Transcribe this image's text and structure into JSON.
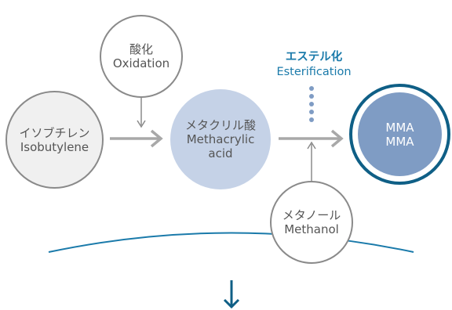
{
  "nodes": {
    "oxidation": {
      "jp": "酸化",
      "en": "Oxidation"
    },
    "isobutylene": {
      "jp": "イソブチレン",
      "en": "Isobutylene"
    },
    "methacrylic_acid": {
      "jp": "メタクリル酸",
      "en_line1": "Methacrylic",
      "en_line2": "acid"
    },
    "methanol": {
      "jp": "メタノール",
      "en": "Methanol"
    },
    "mma": {
      "line1": "MMA",
      "line2": "MMA"
    }
  },
  "esterification": {
    "jp": "エステル化",
    "en": "Esterification"
  },
  "colors": {
    "arrow_gray": "#a8a8a8",
    "outline_gray": "#8a8a8a",
    "accent_blue": "#1a7aaa",
    "mma_ring": "#0f5f86",
    "mma_fill": "#7f9cc4",
    "methacrylic_fill": "#c5d2e7",
    "dots": "#7f9cc4"
  }
}
